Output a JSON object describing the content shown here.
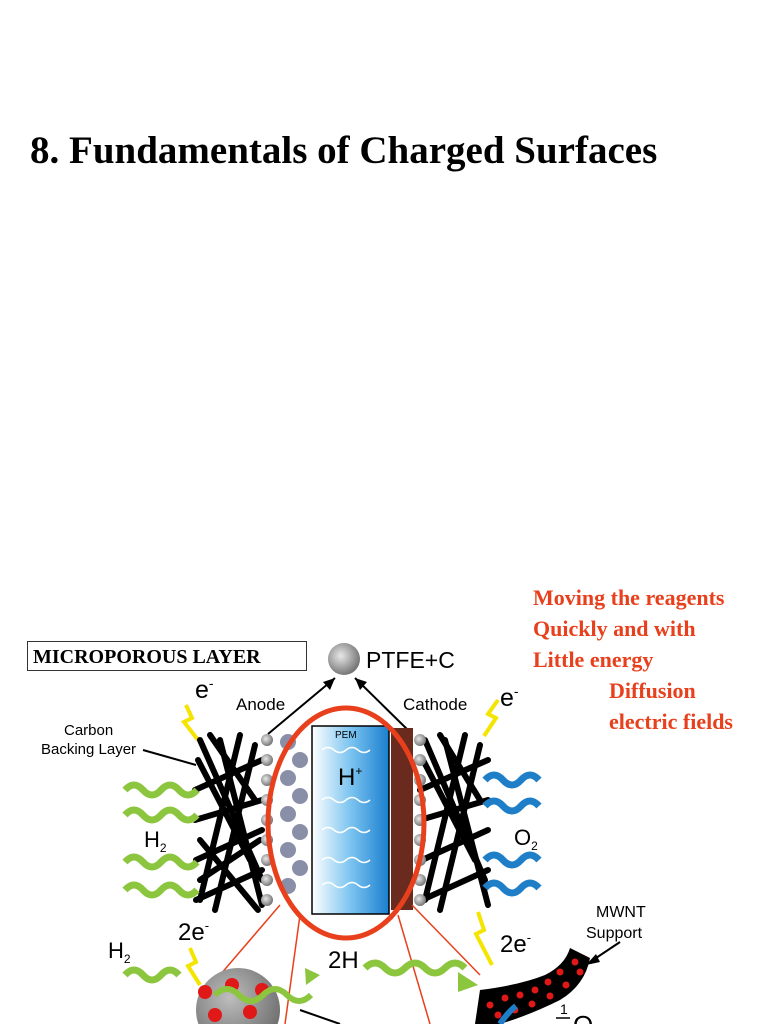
{
  "slide": {
    "title": "8.   Fundamentals of Charged Surfaces",
    "notes": [
      "Moving the reagents",
      "Quickly and with",
      "Little energy",
      "Diffusion",
      "electric fields"
    ]
  },
  "diagram": {
    "box_label": "MICROPOROUS LAYER",
    "ptfe": "PTFE+C",
    "anode": "Anode",
    "cathode": "Cathode",
    "pem": "PEM",
    "carbon_backing_1": "Carbon",
    "carbon_backing_2": "Backing Layer",
    "electron_left": "e",
    "electron_right": "e",
    "minus": "-",
    "h2_top": "H",
    "h2_bottom": "H",
    "sub2": "2",
    "o2": "O",
    "proton": "H",
    "plus": "+",
    "two_e_left": "2e",
    "two_e_right": "2e",
    "two_h": "2H",
    "mwnt_1": "MWNT",
    "mwnt_2": "Support",
    "half": "1",
    "o_bottom": "O"
  },
  "colors": {
    "note_red": "#e8401c",
    "ring_red": "#e8401c",
    "green_wave": "#8cc63f",
    "blue_wave": "#1e7ec8",
    "pem_blue": "#3a9de0",
    "yellow_bolt": "#f5e400"
  }
}
